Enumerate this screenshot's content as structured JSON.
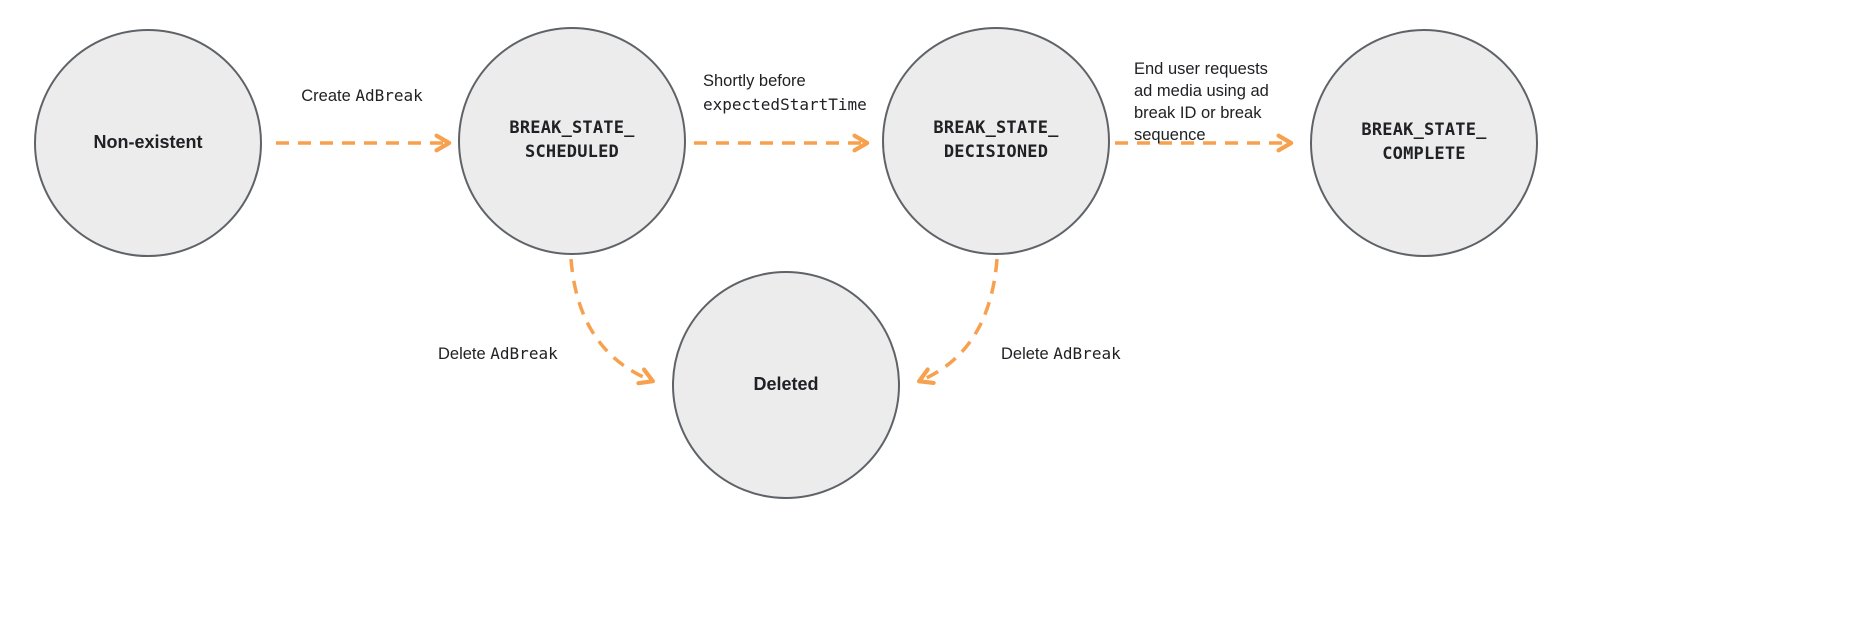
{
  "colors": {
    "arrow": "#F7A14E",
    "circle_fill": "#ECECEC",
    "circle_border": "#5F6368",
    "text": "#202124"
  },
  "states": {
    "non_existent": {
      "label": "Non-existent"
    },
    "scheduled": {
      "label": "BREAK_STATE_\nSCHEDULED"
    },
    "decisioned": {
      "label": "BREAK_STATE_\nDECISIONED"
    },
    "complete": {
      "label": "BREAK_STATE_\nCOMPLETE"
    },
    "deleted": {
      "label": "Deleted"
    }
  },
  "transitions": {
    "create": {
      "plain": "Create ",
      "code": "AdBreak"
    },
    "to_decisioned": {
      "line1": "Shortly before",
      "line2_code": "expectedStartTime"
    },
    "to_complete": {
      "text": "End user requests\nad media using ad\nbreak ID or break\nsequence"
    },
    "delete_left": {
      "plain": "Delete ",
      "code": "AdBreak"
    },
    "delete_right": {
      "plain": "Delete ",
      "code": "AdBreak"
    }
  }
}
